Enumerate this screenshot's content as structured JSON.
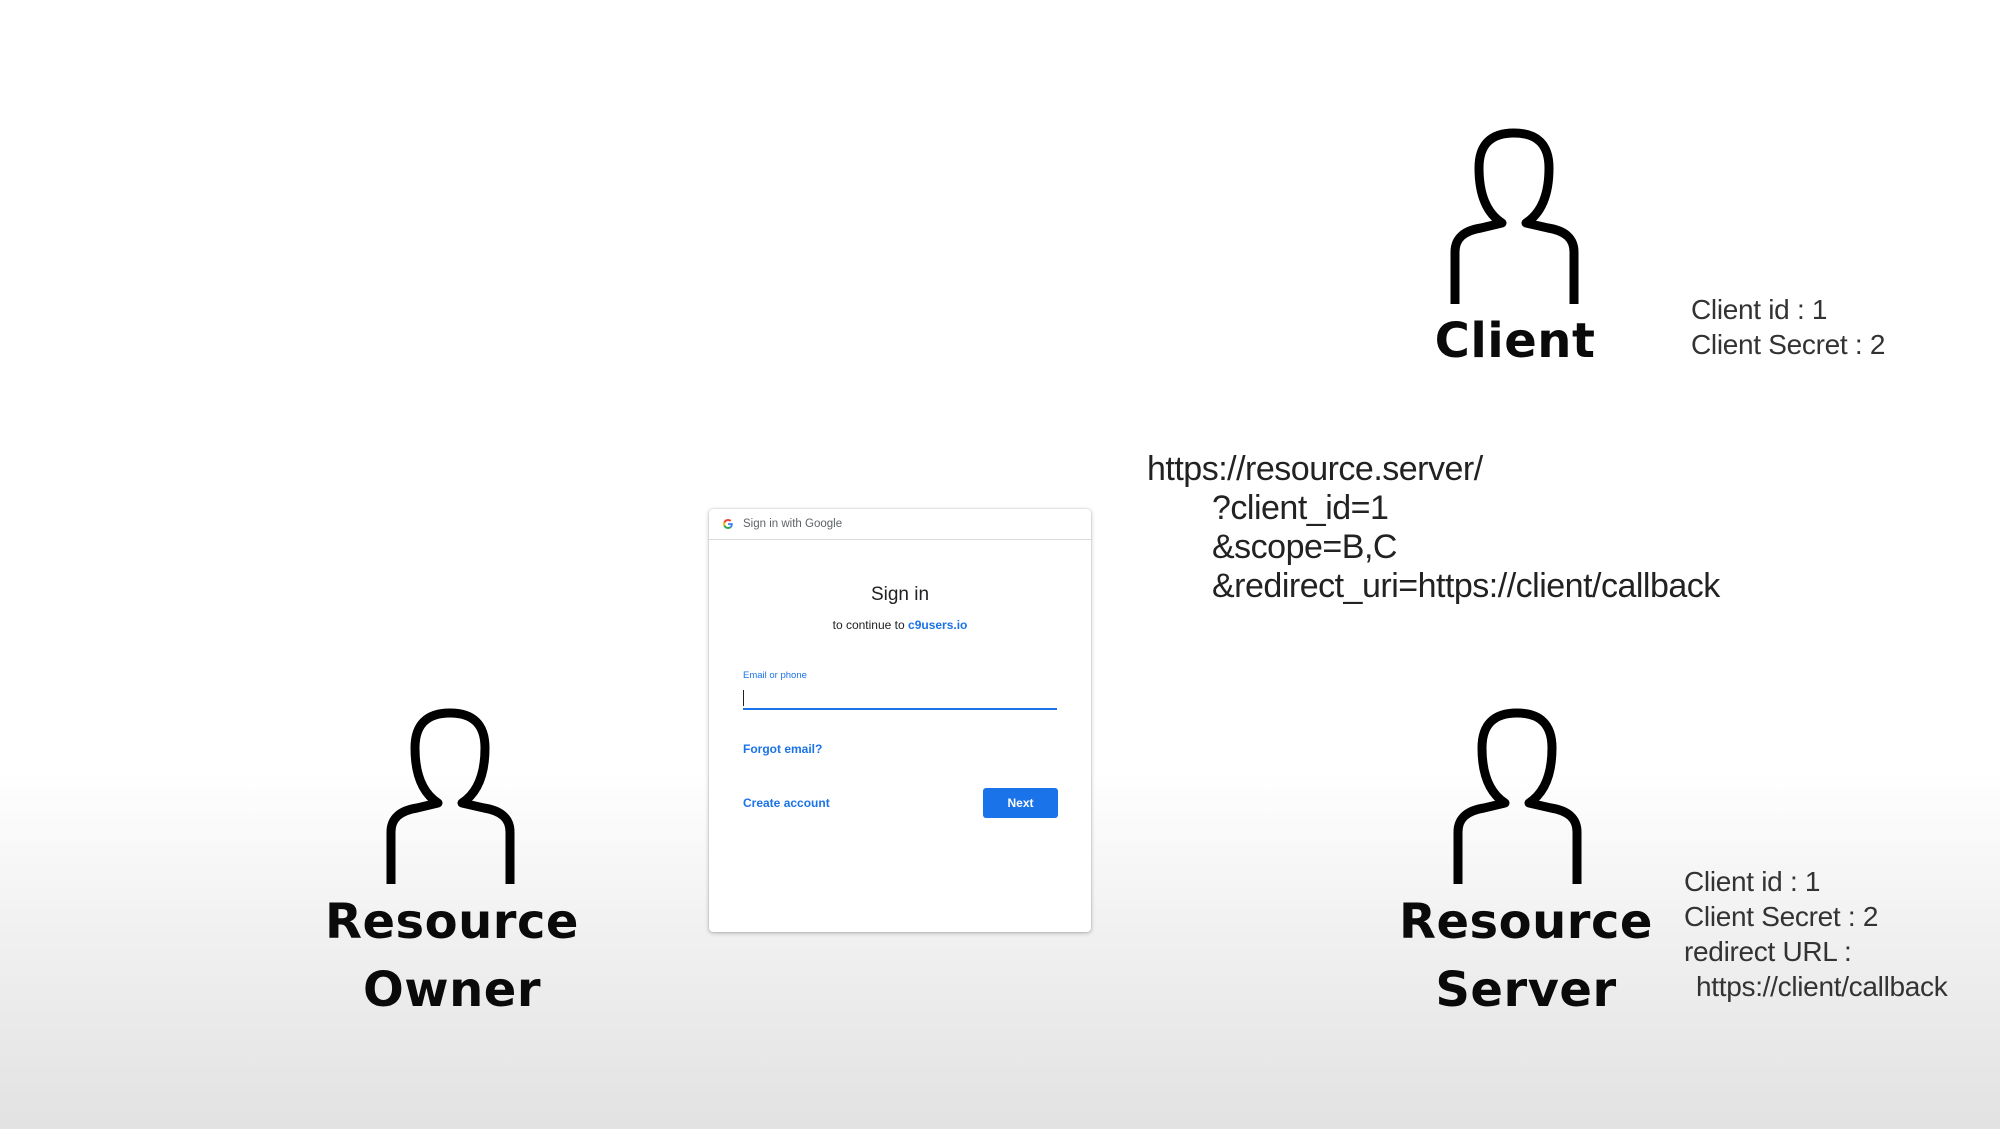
{
  "actors": {
    "client": {
      "label": "Client"
    },
    "resource_owner": {
      "label_line1": "Resource",
      "label_line2": "Owner"
    },
    "resource_server": {
      "label_line1": "Resource",
      "label_line2": "Server"
    }
  },
  "client_info": {
    "client_id": "Client id : 1",
    "client_secret": "Client Secret : 2"
  },
  "server_info": {
    "client_id": "Client id : 1",
    "client_secret": "Client Secret : 2",
    "redirect_label": "redirect URL :",
    "redirect_value": "https://client/callback"
  },
  "auth_url": {
    "base": "https://resource.server/",
    "param_client_id": "?client_id=1",
    "param_scope": "&scope=B,C",
    "param_redirect": "&redirect_uri=https://client/callback"
  },
  "signin": {
    "header": "Sign in with Google",
    "title": "Sign in",
    "subtitle_prefix": "to continue to",
    "subtitle_link": "c9users.io",
    "field_label": "Email or phone",
    "field_value": "",
    "forgot_email": "Forgot email?",
    "create_account": "Create account",
    "next_button": "Next"
  },
  "colors": {
    "accent": "#1a73e8",
    "icon_stroke": "#000000"
  },
  "icons": [
    "person-icon",
    "google-g-icon"
  ]
}
